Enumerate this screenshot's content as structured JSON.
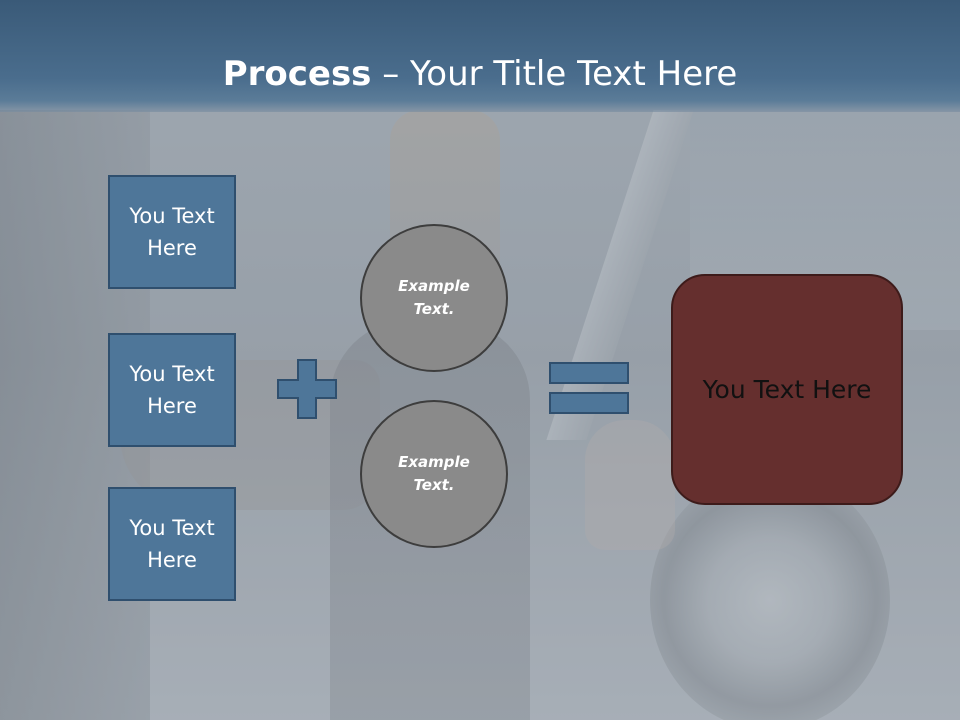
{
  "title": {
    "bold_part": "Process",
    "rest_part": " – Your Title Text Here"
  },
  "boxes": [
    {
      "label": "You Text Here"
    },
    {
      "label": "You Text Here"
    },
    {
      "label": "You Text Here"
    }
  ],
  "circles": [
    {
      "label": "Example Text."
    },
    {
      "label": "Example Text."
    }
  ],
  "result": {
    "label": "You Text Here"
  },
  "colors": {
    "title_bar": "#3a5a78",
    "box_fill": "#4e7699",
    "box_border": "#2f4f6e",
    "circle_fill": "#8a8a8a",
    "result_fill": "#652f2e"
  },
  "icons": {
    "plus": "plus-icon",
    "equals": "equals-icon"
  }
}
